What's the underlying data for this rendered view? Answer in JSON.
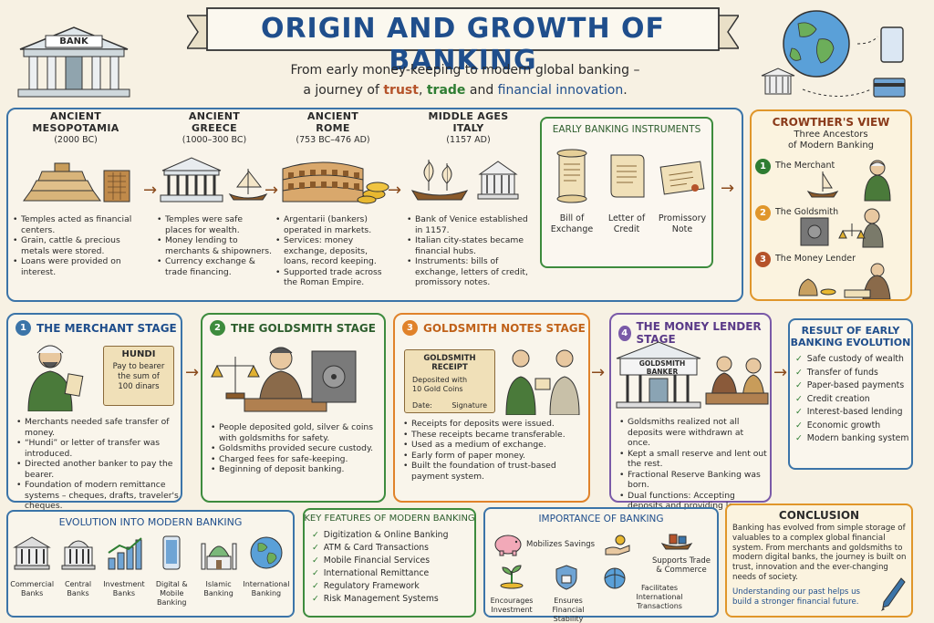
{
  "header": {
    "title": "ORIGIN AND GROWTH OF BANKING",
    "subtitle_line1": "From early money-keeping to modern global banking –",
    "subtitle_line2_pre": "a journey of ",
    "subtitle_trust": "trust",
    "subtitle_sep": ", ",
    "subtitle_trade": "trade",
    "subtitle_and": " and ",
    "subtitle_innov": "financial innovation",
    "subtitle_end": ".",
    "bank_sign": "BANK"
  },
  "eras": [
    {
      "title_l1": "ANCIENT",
      "title_l2": "MESOPOTAMIA",
      "date": "(2000 BC)",
      "bullets": [
        "Temples acted as financial centers.",
        "Grain, cattle & precious metals were stored.",
        "Loans were provided on interest."
      ]
    },
    {
      "title_l1": "ANCIENT",
      "title_l2": "GREECE",
      "date": "(1000–300 BC)",
      "bullets": [
        "Temples were safe places for wealth.",
        "Money lending to merchants & shipowners.",
        "Currency exchange & trade financing."
      ]
    },
    {
      "title_l1": "ANCIENT",
      "title_l2": "ROME",
      "date": "(753 BC–476 AD)",
      "bullets": [
        "Argentarii (bankers) operated in markets.",
        "Services: money exchange, deposits, loans, record keeping.",
        "Supported trade across the Roman Empire."
      ]
    },
    {
      "title_l1": "MIDDLE AGES",
      "title_l2": "ITALY",
      "date": "(1157 AD)",
      "bullets": [
        "Bank of Venice established in 1157.",
        "Italian city-states became financial hubs.",
        "Instruments: bills of exchange, letters of credit, promissory notes."
      ]
    }
  ],
  "instruments": {
    "title": "EARLY BANKING INSTRUMENTS",
    "items": [
      {
        "l1": "Bill of",
        "l2": "Exchange"
      },
      {
        "l1": "Letter of",
        "l2": "Credit"
      },
      {
        "l1": "Promissory",
        "l2": "Note"
      }
    ]
  },
  "crowther": {
    "title": "CROWTHER'S VIEW",
    "sub1": "Three Ancestors",
    "sub2": "of Modern Banking",
    "items": [
      {
        "num": "1",
        "label": "The Merchant",
        "color": "#2e7d32"
      },
      {
        "num": "2",
        "label": "The Goldsmith",
        "color": "#e0962a"
      },
      {
        "num": "3",
        "label": "The Money Lender",
        "color": "#b5532a"
      }
    ]
  },
  "stages": [
    {
      "num": "1",
      "title": "THE MERCHANT STAGE",
      "color": "#3b74a8",
      "bullets": [
        "Merchants needed safe transfer of money.",
        "“Hundi” or letter of transfer was introduced.",
        "Directed another banker to pay the bearer.",
        "Foundation of modern remittance systems – cheques, drafts, traveler's cheques."
      ]
    },
    {
      "num": "2",
      "title": "THE GOLDSMITH STAGE",
      "color": "#3d8b3d",
      "bullets": [
        "People deposited gold, silver & coins with goldsmiths for safety.",
        "Goldsmiths provided secure custody.",
        "Charged fees for safe-keeping.",
        "Beginning of deposit banking."
      ]
    },
    {
      "num": "3",
      "title": "GOLDSMITH NOTES STAGE",
      "color": "#e0822a",
      "bullets": [
        "Receipts for deposits were issued.",
        "These receipts became transferable.",
        "Used as a medium of exchange.",
        "Early form of paper money.",
        "Built the foundation of trust-based payment system."
      ]
    },
    {
      "num": "4",
      "title": "THE MONEY LENDER STAGE",
      "color": "#7a5aa8",
      "bullets": [
        "Goldsmiths realized not all deposits were withdrawn at once.",
        "Kept a small reserve and lent out the rest.",
        "Fractional Reserve Banking was born.",
        "Dual functions: Accepting deposits and providing loans."
      ]
    }
  ],
  "hundi": {
    "title": "HUNDI",
    "l1": "Pay to bearer",
    "l2": "the sum of",
    "l3": "100 dinars"
  },
  "receipt": {
    "title": "GOLDSMITH RECEIPT",
    "l1": "Deposited with",
    "l2": "10 Gold Coins",
    "date": "Date:",
    "sig": "Signature"
  },
  "goldsmith_banker_sign_l1": "GOLDSMITH",
  "goldsmith_banker_sign_l2": "BANKER",
  "result": {
    "title_l1": "RESULT OF EARLY",
    "title_l2": "BANKING EVOLUTION",
    "items": [
      "Safe custody of wealth",
      "Transfer of funds",
      "Paper-based payments",
      "Credit creation",
      "Interest-based lending",
      "Economic growth",
      "Modern banking system"
    ]
  },
  "evolution": {
    "title": "EVOLUTION INTO MODERN BANKING",
    "items": [
      {
        "l1": "Commercial",
        "l2": "Banks"
      },
      {
        "l1": "Central",
        "l2": "Banks"
      },
      {
        "l1": "Investment",
        "l2": "Banks"
      },
      {
        "l1": "Digital &",
        "l2": "Mobile Banking"
      },
      {
        "l1": "Islamic",
        "l2": "Banking"
      },
      {
        "l1": "International",
        "l2": "Banking"
      }
    ]
  },
  "features": {
    "title": "KEY FEATURES OF MODERN BANKING",
    "items": [
      "Digitization & Online Banking",
      "ATM & Card Transactions",
      "Mobile Financial Services",
      "International Remittance",
      "Regulatory Framework",
      "Risk Management Systems"
    ]
  },
  "importance": {
    "title": "IMPORTANCE OF BANKING",
    "mobilizes": "Mobilizes Savings",
    "supports_l1": "Supports Trade",
    "supports_l2": "& Commerce",
    "encourages_l1": "Encourages",
    "encourages_l2": "Investment",
    "ensures_l1": "Ensures Financial",
    "ensures_l2": "Stability",
    "facilitates_l1": "Facilitates",
    "facilitates_l2": "International",
    "facilitates_l3": "Transactions"
  },
  "conclusion": {
    "title": "CONCLUSION",
    "text": "Banking has evolved from simple storage of valuables to a complex global financial system. From merchants and goldsmiths to modern digital banks, the journey is built on trust, innovation and the ever-changing needs of society.",
    "closing": "Understanding our past helps us build a stronger financial future."
  }
}
